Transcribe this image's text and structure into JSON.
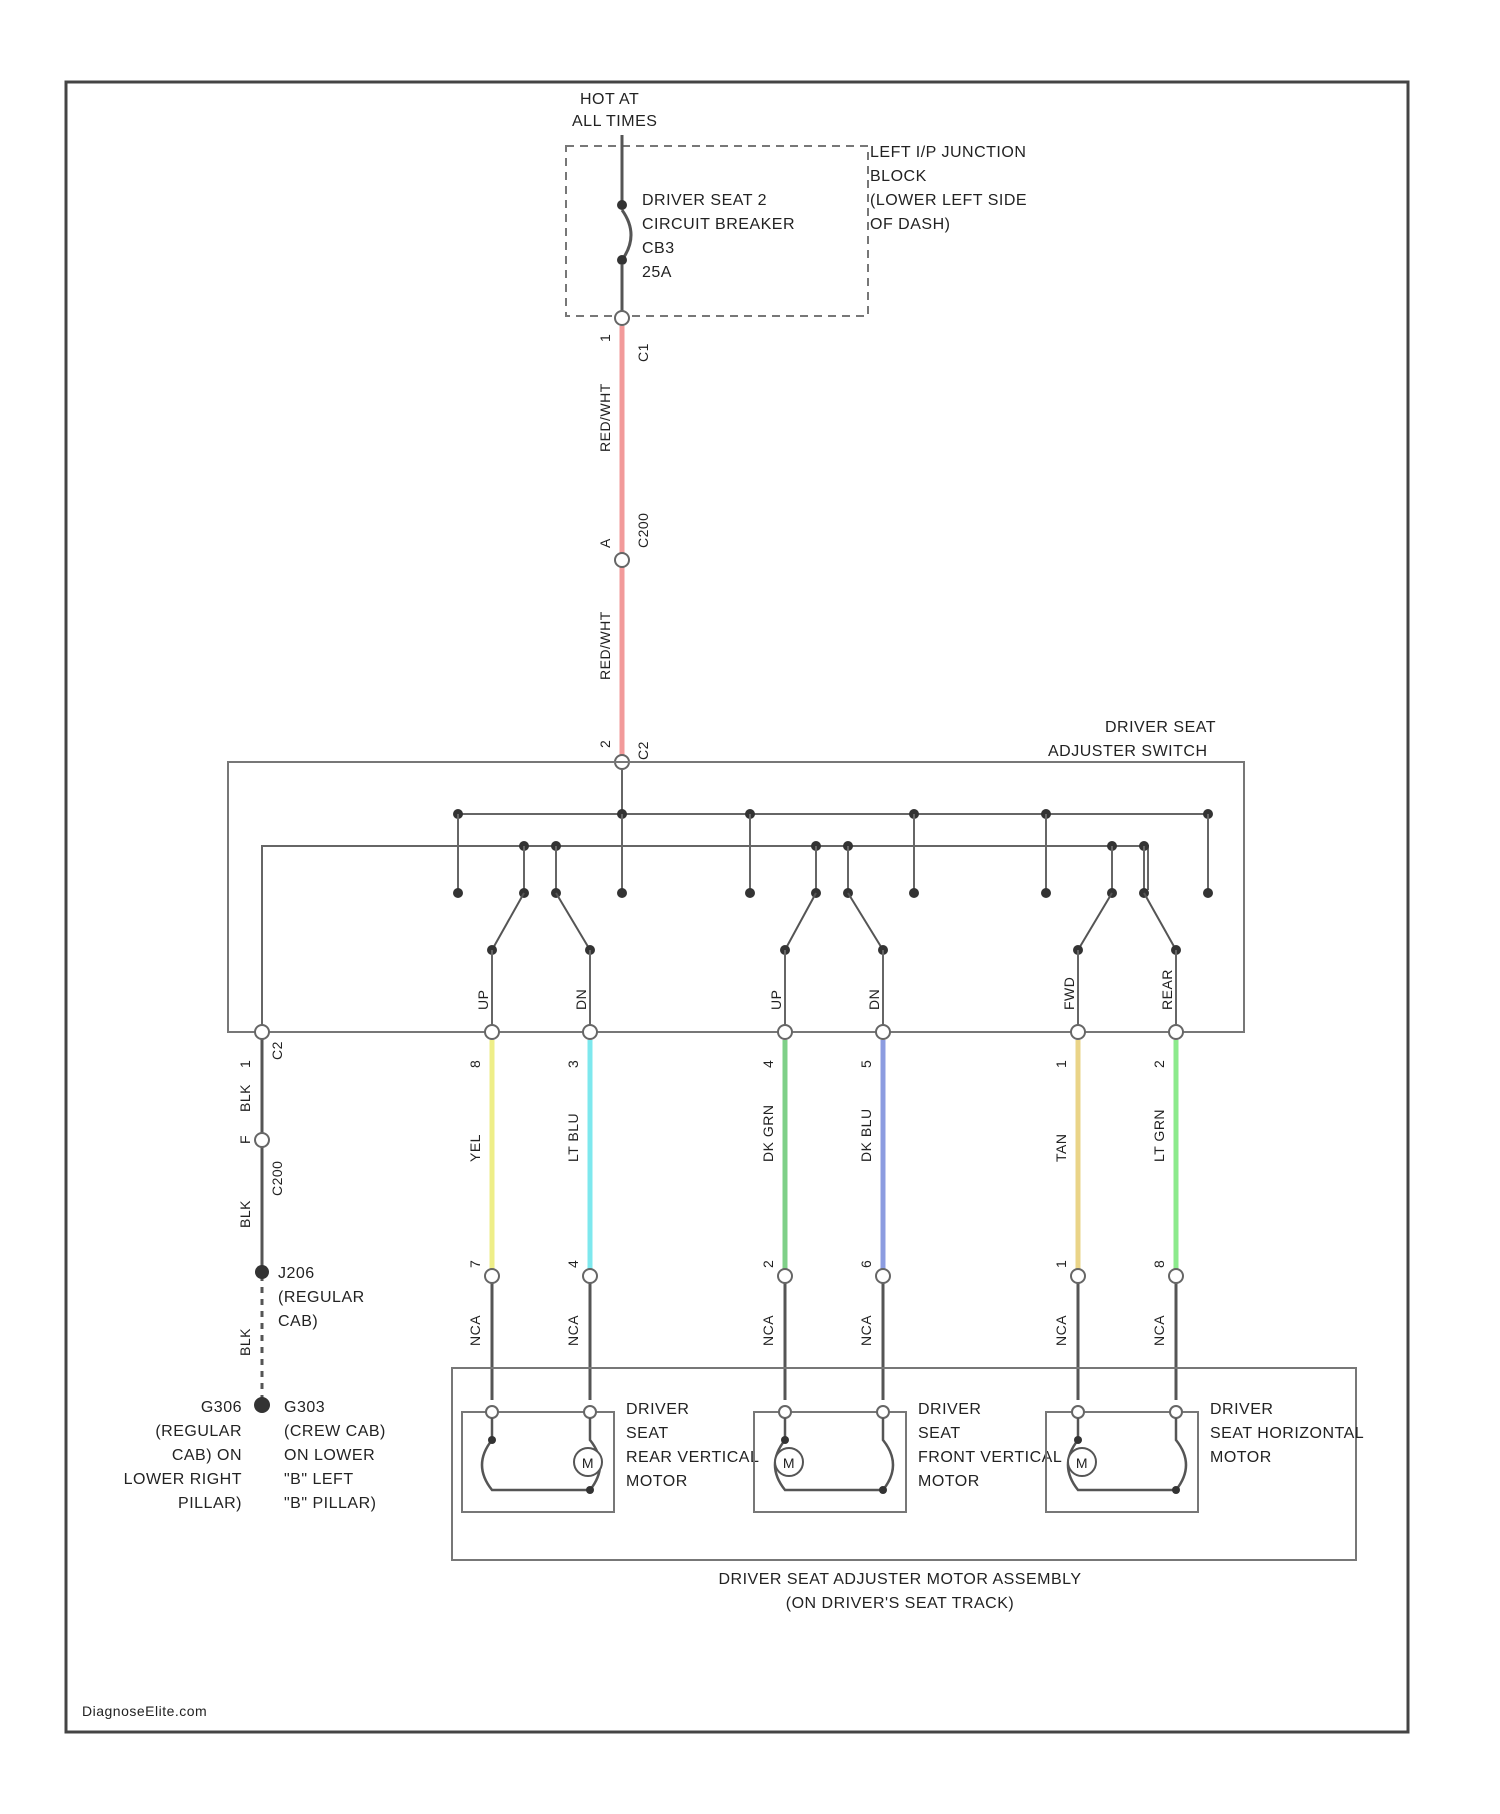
{
  "power": {
    "hot_label": [
      "HOT AT",
      "ALL TIMES"
    ],
    "breaker_label": [
      "DRIVER SEAT 2",
      "CIRCUIT BREAKER",
      "CB3",
      "25A"
    ],
    "junction_label": [
      "LEFT I/P JUNCTION",
      "BLOCK",
      "(LOWER LEFT SIDE",
      "OF DASH)"
    ],
    "feed_pins": [
      "1",
      "C1",
      "A",
      "C200",
      "2",
      "C2"
    ],
    "feed_colors": [
      "RED/WHT",
      "RED/WHT"
    ],
    "wire_color_hex": "#f29a9a"
  },
  "switch": {
    "title": [
      "DRIVER SEAT",
      "ADJUSTER SWITCH"
    ],
    "terminals": [
      "UP",
      "DN",
      "UP",
      "DN",
      "FWD",
      "REAR"
    ]
  },
  "ground": {
    "pins": [
      "1",
      "C2",
      "F",
      "C200"
    ],
    "wire_colors": [
      "BLK",
      "BLK",
      "BLK"
    ],
    "splice_label": [
      "J206",
      "(REGULAR",
      "CAB)"
    ],
    "ground_left": [
      "G306",
      "(REGULAR",
      "CAB) ON",
      "LOWER RIGHT",
      "PILLAR)"
    ],
    "ground_right": [
      "G303",
      "(CREW CAB)",
      "ON LOWER",
      "\"B\" LEFT",
      "\"B\" PILLAR)"
    ]
  },
  "circuits": [
    {
      "top_pin": "8",
      "bottom_pin": "7",
      "color": "YEL",
      "hex": "#eeee88",
      "conn": "NCA"
    },
    {
      "top_pin": "3",
      "bottom_pin": "4",
      "color": "LT BLU",
      "hex": "#7ee8ee",
      "conn": "NCA"
    },
    {
      "top_pin": "4",
      "bottom_pin": "2",
      "color": "DK GRN",
      "hex": "#7fd088",
      "conn": "NCA"
    },
    {
      "top_pin": "5",
      "bottom_pin": "6",
      "color": "DK BLU",
      "hex": "#8c9ce0",
      "conn": "NCA"
    },
    {
      "top_pin": "1",
      "bottom_pin": "1",
      "color": "TAN",
      "hex": "#ead488",
      "conn": "NCA"
    },
    {
      "top_pin": "2",
      "bottom_pin": "8",
      "color": "LT GRN",
      "hex": "#8cea8c",
      "conn": "NCA"
    }
  ],
  "motors": [
    {
      "label": [
        "DRIVER",
        "SEAT",
        "REAR VERTICAL",
        "MOTOR"
      ],
      "symbol": "M"
    },
    {
      "label": [
        "DRIVER",
        "SEAT",
        "FRONT VERTICAL",
        "MOTOR"
      ],
      "symbol": "M"
    },
    {
      "label": [
        "DRIVER",
        "SEAT HORIZONTAL",
        "MOTOR"
      ],
      "symbol": "M"
    }
  ],
  "assembly_label": [
    "DRIVER SEAT ADJUSTER MOTOR ASSEMBLY",
    "(ON DRIVER'S SEAT TRACK)"
  ],
  "watermark": "DiagnoseElite.com"
}
